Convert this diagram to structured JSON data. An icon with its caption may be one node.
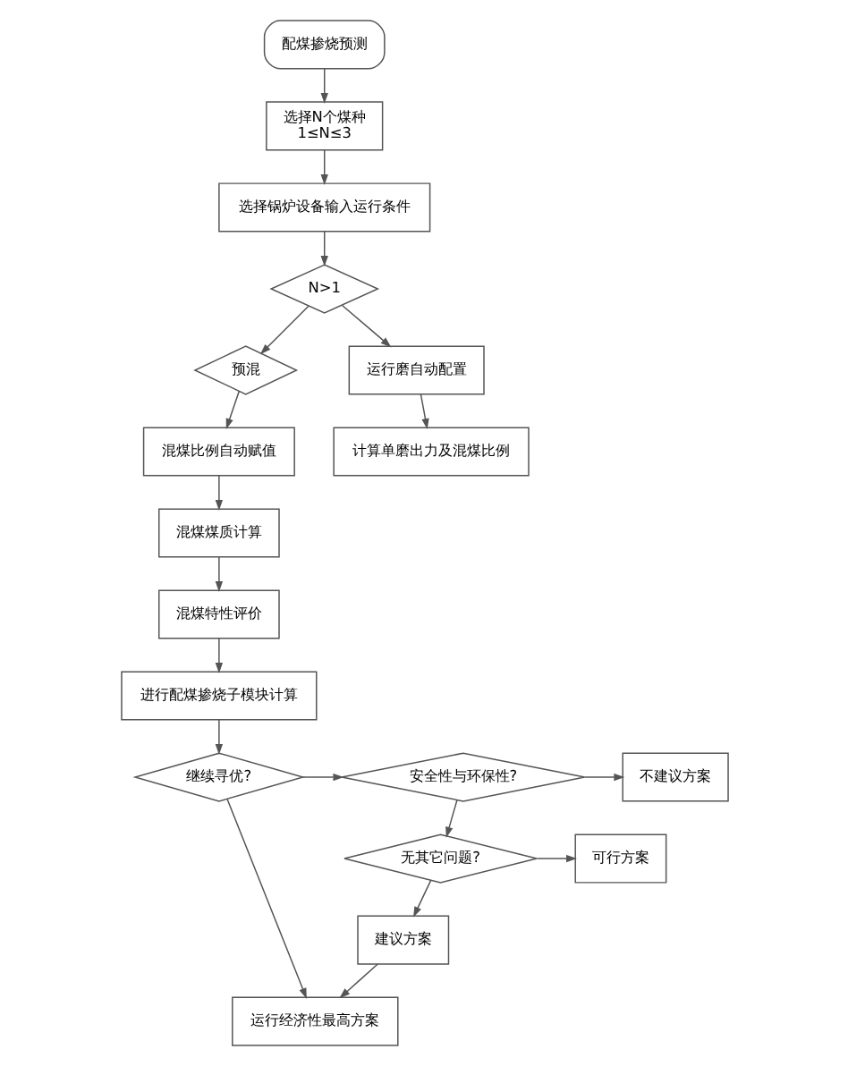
{
  "diagram": {
    "nodes": [
      {
        "text": [
          "配煤掺烧预测"
        ]
      },
      {
        "text": [
          "选择N个煤种",
          "1≤N≤3"
        ]
      },
      {
        "text": [
          "选择锅炉设备输入运行条件"
        ]
      },
      {
        "text": [
          "N>1"
        ]
      },
      {
        "text": [
          "预混"
        ]
      },
      {
        "text": [
          "运行磨自动配置"
        ]
      },
      {
        "text": [
          "计算单磨出力及混煤比例"
        ]
      },
      {
        "text": [
          "混煤比例自动赋值"
        ]
      },
      {
        "text": [
          "混煤煤质计算"
        ]
      },
      {
        "text": [
          "混煤特性评价"
        ]
      },
      {
        "text": [
          "进行配煤掺烧子模块计算"
        ]
      },
      {
        "text": [
          "继续寻优?"
        ]
      },
      {
        "text": [
          "安全性与环保性?"
        ]
      },
      {
        "text": [
          "不建议方案"
        ]
      },
      {
        "text": [
          "无其它问题?"
        ]
      },
      {
        "text": [
          "可行方案"
        ]
      },
      {
        "text": [
          "建议方案"
        ]
      },
      {
        "text": [
          "运行经济性最高方案"
        ]
      }
    ],
    "edges": [
      {
        "from": 0,
        "to": 1,
        "arrow": "to"
      },
      {
        "from": 1,
        "to": 2,
        "arrow": "to"
      },
      {
        "from": 2,
        "to": 3,
        "arrow": "to"
      },
      {
        "from": 3,
        "to": 5,
        "arrow": "to"
      },
      {
        "from": 3,
        "to": 4,
        "arrow": "to"
      },
      {
        "from": 4,
        "to": 7,
        "arrow": "to"
      },
      {
        "from": 5,
        "to": 6,
        "arrow": "to"
      },
      {
        "from": 7,
        "to": 8,
        "arrow": "to"
      },
      {
        "from": 8,
        "to": 9,
        "arrow": "to"
      },
      {
        "from": 9,
        "to": 10,
        "arrow": "to"
      },
      {
        "from": 10,
        "to": 11,
        "arrow": "to"
      },
      {
        "from": 11,
        "to": 12,
        "arrow": "to"
      },
      {
        "from": 11,
        "to": 17,
        "arrow": "to"
      },
      {
        "from": 12,
        "to": 13,
        "arrow": "to"
      },
      {
        "from": 12,
        "to": 14,
        "arrow": "to"
      },
      {
        "from": 14,
        "to": 15,
        "arrow": "to"
      },
      {
        "from": 14,
        "to": 16,
        "arrow": "to"
      },
      {
        "from": 16,
        "to": 17,
        "arrow": "to"
      }
    ]
  }
}
